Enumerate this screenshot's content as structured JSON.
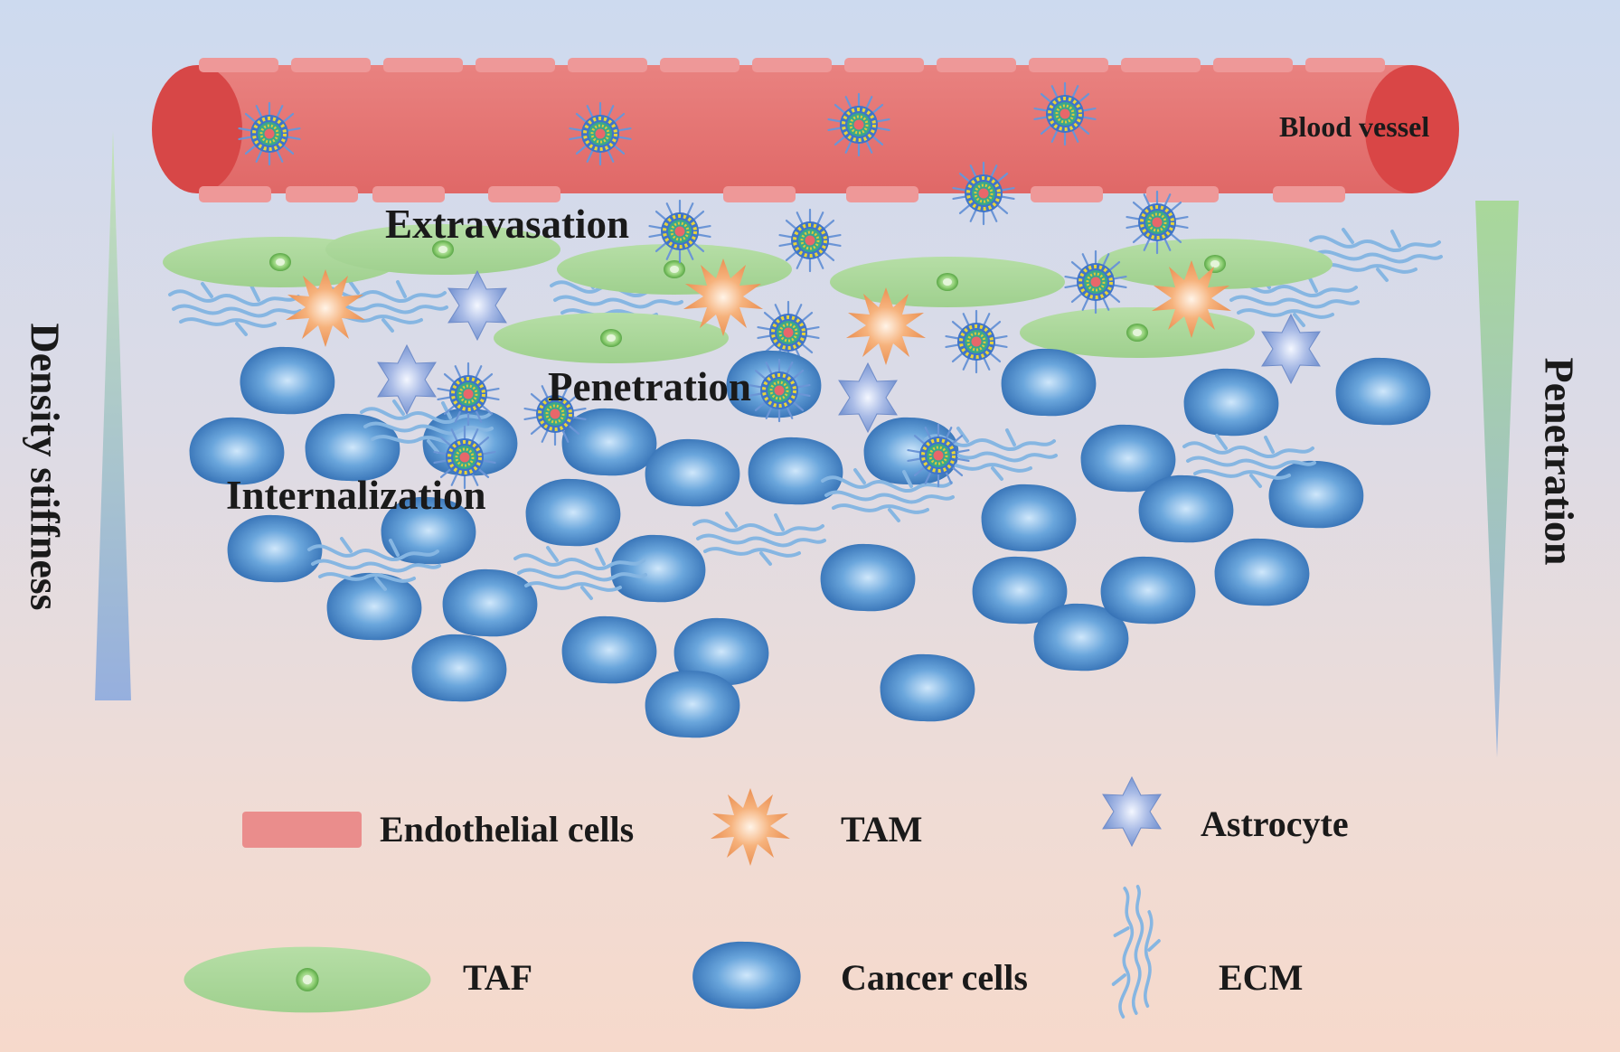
{
  "labels": {
    "blood_vessel": "Blood vessel",
    "extravasation": "Extravasation",
    "penetration_center": "Penetration",
    "internalization": "Internalization",
    "left_axis": "Density stiffness",
    "right_axis": "Penetration"
  },
  "legend": {
    "endothelial": "Endothelial cells",
    "tam": "TAM",
    "astrocyte": "Astrocyte",
    "taf": "TAF",
    "cancer": "Cancer cells",
    "ecm": "ECM"
  },
  "colors": {
    "vessel": "#e4706f",
    "vessel_end": "#d84848",
    "endothelial": "#ee8f8f",
    "taf": "#a9d89a",
    "cancer": "#3c7fc4",
    "tam": "#f2a86e",
    "astrocyte": "#8ea7dc",
    "ecm": "#8cb9e3",
    "left_gradient_top": "#bfe0b5",
    "left_gradient_bottom": "#9fb6df",
    "right_gradient_top": "#a9d89a",
    "right_gradient_bottom": "#9fb6df"
  },
  "icons": [
    "nanoparticle-icon",
    "tam-icon",
    "astrocyte-icon",
    "taf-icon",
    "cancer-cell-icon",
    "ecm-icon",
    "endothelial-cell-icon"
  ]
}
